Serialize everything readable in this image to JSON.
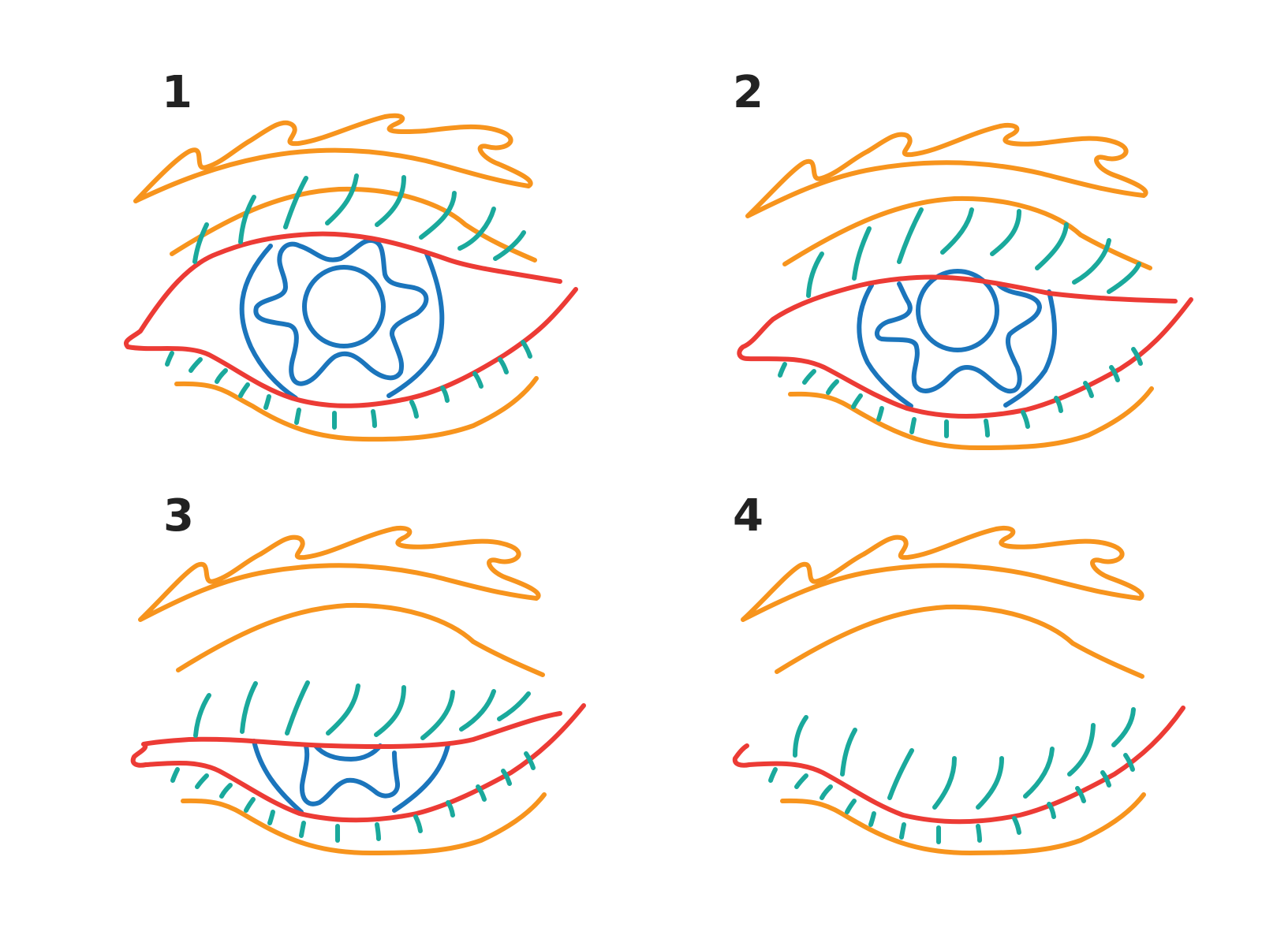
{
  "panels": [
    {
      "number": "1",
      "state": "open"
    },
    {
      "number": "2",
      "state": "partially-closed"
    },
    {
      "number": "3",
      "state": "mostly-closed"
    },
    {
      "number": "4",
      "state": "closed"
    }
  ],
  "colors": {
    "brow_and_folds": "#f7941d",
    "lid_line": "#ec3b35",
    "iris": "#1b75bc",
    "lashes": "#1aa99c",
    "number_text": "#222222"
  }
}
